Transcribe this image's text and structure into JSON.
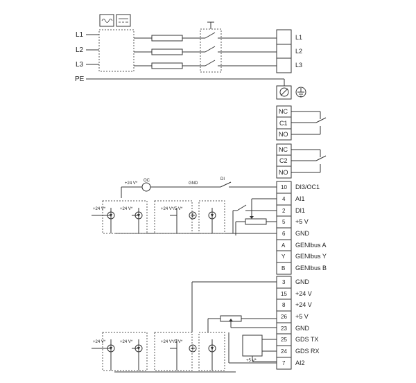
{
  "mains": {
    "left_labels": [
      "L1",
      "L2",
      "L3",
      "PE"
    ],
    "right_labels": [
      "L1",
      "L2",
      "L3"
    ]
  },
  "relays": [
    {
      "terms": [
        "NC",
        "C1",
        "NO"
      ]
    },
    {
      "terms": [
        "NC",
        "C2",
        "NO"
      ]
    }
  ],
  "upper_io": {
    "terminals": [
      {
        "num": "10",
        "label": "DI3/OC1"
      },
      {
        "num": "4",
        "label": "AI1"
      },
      {
        "num": "2",
        "label": "DI1"
      },
      {
        "num": "5",
        "label": "+5 V"
      },
      {
        "num": "6",
        "label": "GND"
      },
      {
        "num": "A",
        "label": "GENIbus A"
      },
      {
        "num": "Y",
        "label": "GENIbus Y"
      },
      {
        "num": "B",
        "label": "GENIbus B"
      }
    ],
    "oc_label": "OC",
    "oc_supply": "+24 V*",
    "gnd_label": "GND",
    "di_label": "DI",
    "sensor_labels": [
      "+24 V*",
      "+24 V*",
      "+24 V*/5 V*",
      ""
    ]
  },
  "lower_io": {
    "terminals": [
      {
        "num": "3",
        "label": "GND"
      },
      {
        "num": "15",
        "label": "+24 V"
      },
      {
        "num": "8",
        "label": "+24 V"
      },
      {
        "num": "26",
        "label": "+5 V"
      },
      {
        "num": "23",
        "label": "GND"
      },
      {
        "num": "25",
        "label": "GDS TX"
      },
      {
        "num": "24",
        "label": "GDS RX"
      },
      {
        "num": "7",
        "label": "AI2"
      }
    ],
    "sensor_labels": [
      "+24 V*",
      "+24 V*",
      "+24 V*/5 V*",
      ""
    ],
    "gds_supply": "+5 V*"
  },
  "colors": {
    "line": "#333333",
    "text": "#222222"
  }
}
